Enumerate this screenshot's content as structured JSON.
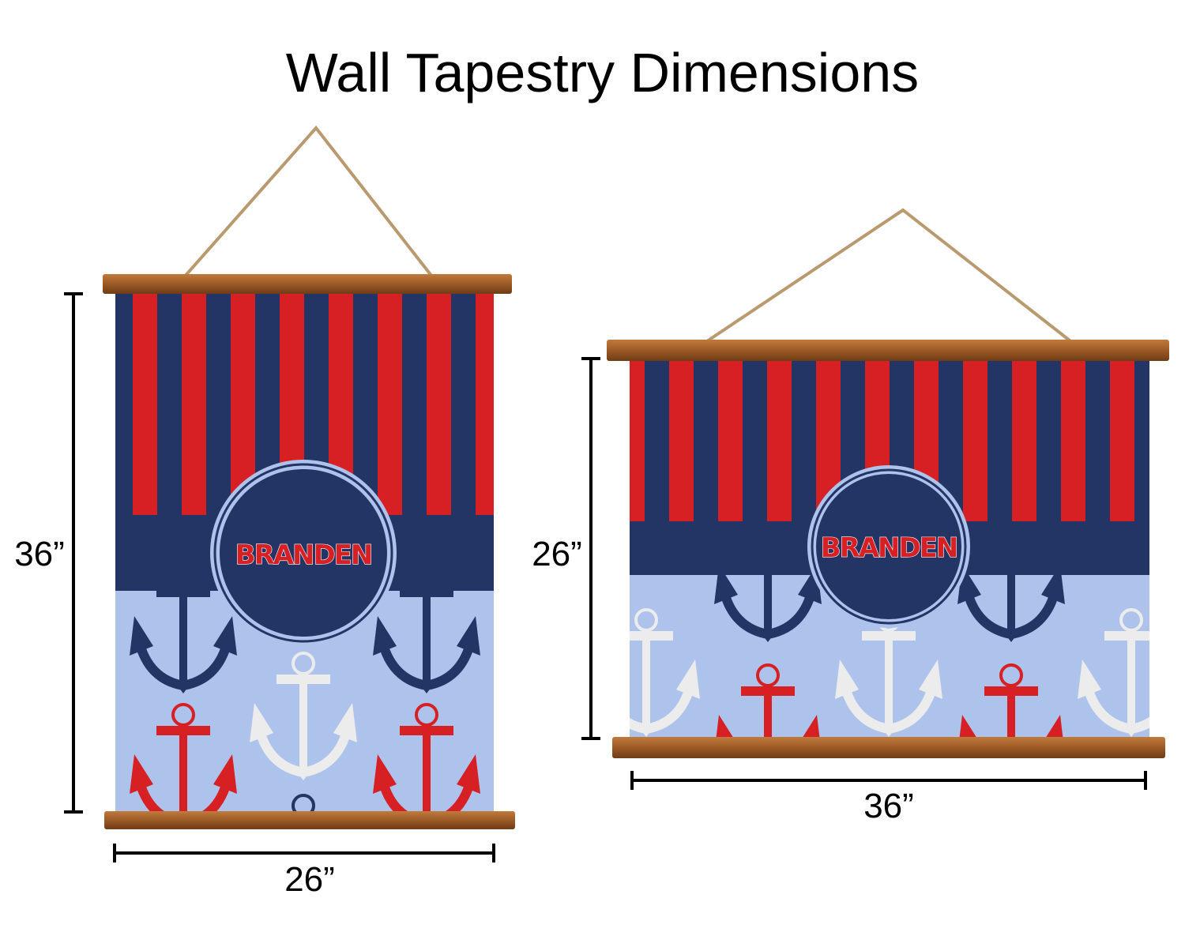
{
  "title": "Wall Tapestry Dimensions",
  "colors": {
    "navy": "#233565",
    "red": "#d62024",
    "light_blue": "#aec3ec",
    "white_anchor": "#ececec",
    "wood": "#9c5a26",
    "rope": "#b89a6e"
  },
  "tapestries": [
    {
      "orientation": "portrait",
      "name_text": "BRANDEN",
      "height_label": "36”",
      "width_label": "26”"
    },
    {
      "orientation": "landscape",
      "name_text": "BRANDEN",
      "height_label": "26”",
      "width_label": "36”"
    }
  ]
}
